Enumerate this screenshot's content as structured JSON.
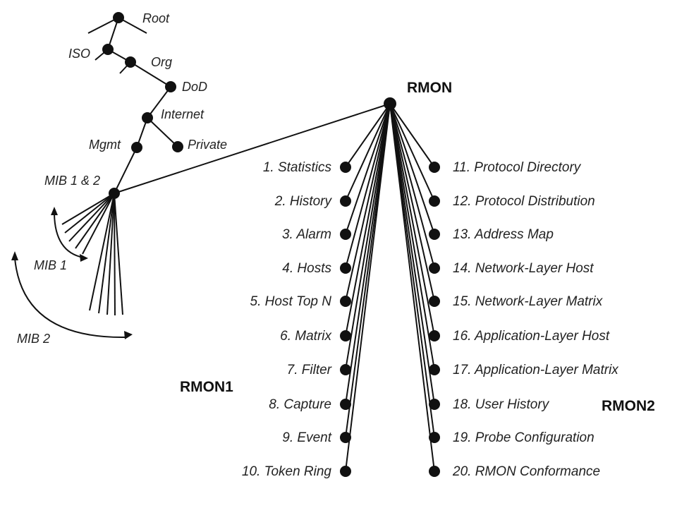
{
  "tree": {
    "root": "Root",
    "iso": "ISO",
    "org": "Org",
    "dod": "DoD",
    "internet": "Internet",
    "mgmt": "Mgmt",
    "private": "Private",
    "mib12": "MIB 1 & 2",
    "mib1": "MIB 1",
    "mib2": "MIB 2"
  },
  "rmon": {
    "title": "RMON",
    "rmon1_label": "RMON1",
    "rmon2_label": "RMON2",
    "rmon1_groups": [
      "1. Statistics",
      "2. History",
      "3. Alarm",
      "4. Hosts",
      "5. Host Top N",
      "6. Matrix",
      "7. Filter",
      "8. Capture",
      "9. Event",
      "10. Token Ring"
    ],
    "rmon2_groups": [
      "11. Protocol Directory",
      "12. Protocol Distribution",
      "13. Address Map",
      "14. Network-Layer Host",
      "15. Network-Layer Matrix",
      "16. Application-Layer Host",
      "17. Application-Layer Matrix",
      "18. User History",
      "19. Probe Configuration",
      "20. RMON Conformance"
    ]
  },
  "colors": {
    "ink": "#111111",
    "background": "#ffffff"
  }
}
